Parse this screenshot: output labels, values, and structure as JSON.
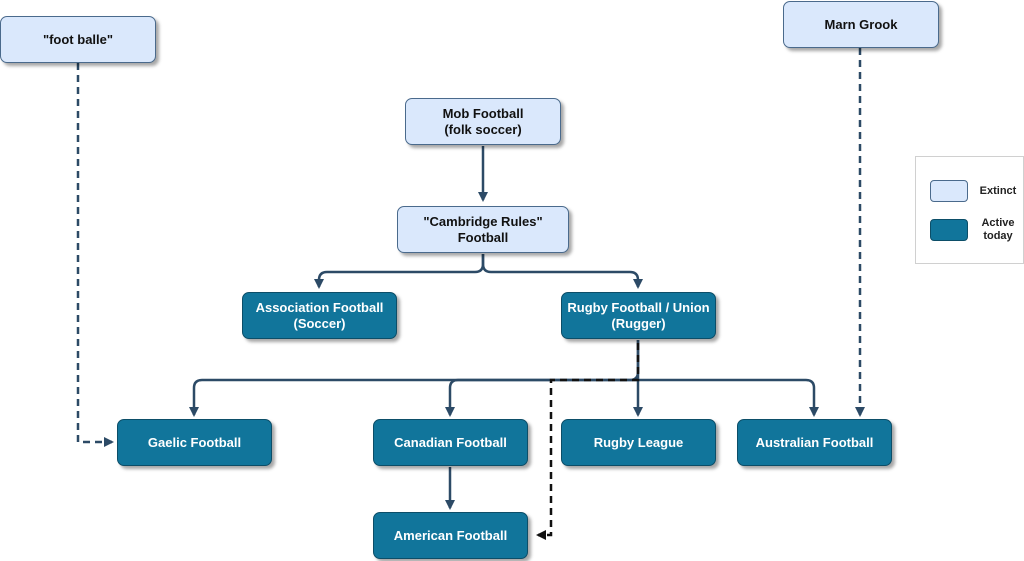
{
  "nodes": {
    "foot_balle": {
      "lines": [
        "\"foot balle\""
      ],
      "status": "extinct"
    },
    "marn_grook": {
      "lines": [
        "Marn Grook"
      ],
      "status": "extinct"
    },
    "mob_football": {
      "lines": [
        "Mob Football",
        "(folk soccer)"
      ],
      "status": "extinct"
    },
    "cambridge": {
      "lines": [
        "\"Cambridge Rules\"",
        "Football"
      ],
      "status": "extinct"
    },
    "association": {
      "lines": [
        "Association Football",
        "(Soccer)"
      ],
      "status": "active"
    },
    "rugby_union": {
      "lines": [
        "Rugby Football / Union",
        "(Rugger)"
      ],
      "status": "active"
    },
    "gaelic": {
      "lines": [
        "Gaelic Football"
      ],
      "status": "active"
    },
    "canadian": {
      "lines": [
        "Canadian Football"
      ],
      "status": "active"
    },
    "rugby_league": {
      "lines": [
        "Rugby League"
      ],
      "status": "active"
    },
    "australian": {
      "lines": [
        "Australian Football"
      ],
      "status": "active"
    },
    "american": {
      "lines": [
        "American Football"
      ],
      "status": "active"
    }
  },
  "edges": [
    {
      "from": "mob_football",
      "to": "cambridge",
      "style": "solid"
    },
    {
      "from": "cambridge",
      "to": "association",
      "style": "solid"
    },
    {
      "from": "cambridge",
      "to": "rugby_union",
      "style": "solid"
    },
    {
      "from": "rugby_union",
      "to": "gaelic",
      "style": "solid"
    },
    {
      "from": "rugby_union",
      "to": "canadian",
      "style": "solid"
    },
    {
      "from": "rugby_union",
      "to": "rugby_league",
      "style": "solid"
    },
    {
      "from": "rugby_union",
      "to": "australian",
      "style": "solid"
    },
    {
      "from": "canadian",
      "to": "american",
      "style": "solid"
    },
    {
      "from": "rugby_union",
      "to": "american",
      "style": "dashed"
    },
    {
      "from": "foot_balle",
      "to": "gaelic",
      "style": "dashed"
    },
    {
      "from": "marn_grook",
      "to": "australian",
      "style": "dashed"
    }
  ],
  "legend": {
    "extinct_label": "Extinct",
    "active_label_line1": "Active",
    "active_label_line2": "today"
  },
  "colors": {
    "extinct_fill": "#dae8fc",
    "active_fill": "#11759b",
    "solid_edge": "#2c4a66",
    "dashed_edge": "#2c4a66"
  }
}
